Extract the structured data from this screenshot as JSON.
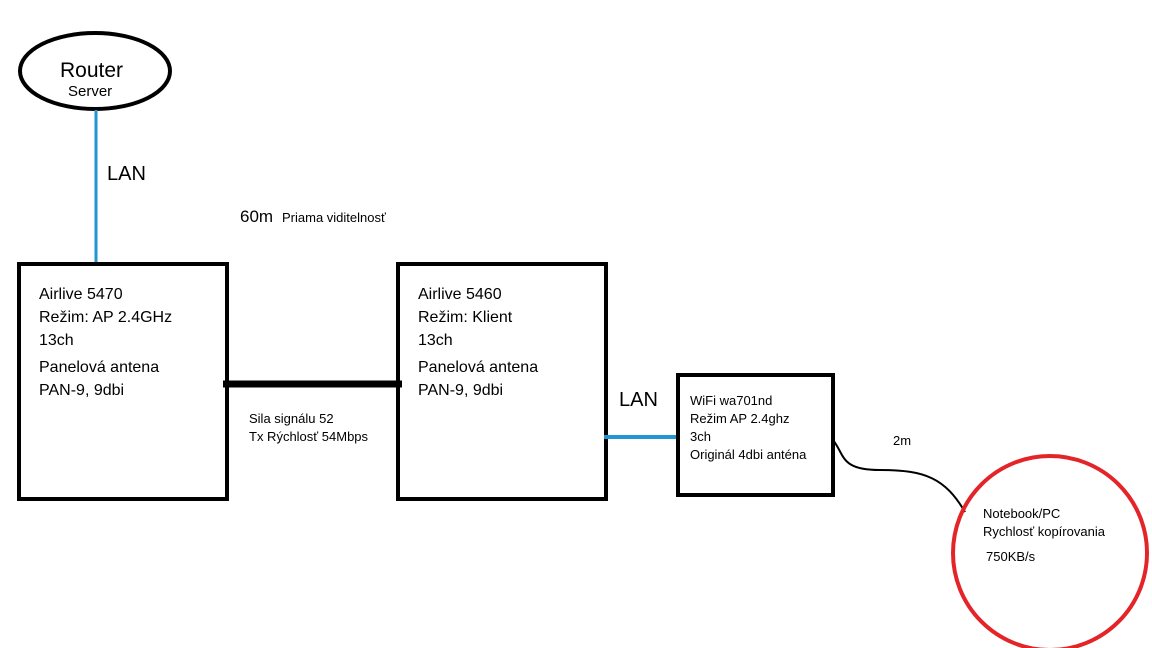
{
  "colors": {
    "lan_wire": "#2196D3",
    "outline": "#000000",
    "notebook_circle": "#E32428"
  },
  "router": {
    "title": "Router",
    "subtitle": "Server"
  },
  "lan_top": "LAN",
  "distance": {
    "value": "60m",
    "note": "Priama viditelnosť"
  },
  "airlive_ap": {
    "line1": "Airlive 5470",
    "line2": "Režim: AP 2.4GHz",
    "line3": "13ch",
    "line4": "Panelová antena",
    "line5": "PAN-9, 9dbi"
  },
  "link": {
    "signal": "Sila signálu 52",
    "tx": "Tx Rýchlosť 54Mbps"
  },
  "airlive_client": {
    "line1": "Airlive 5460",
    "line2": "Režim: Klient",
    "line3": "13ch",
    "line4": "Panelová antena",
    "line5": "PAN-9, 9dbi"
  },
  "lan_right": "LAN",
  "wifi": {
    "line1": "WiFi wa701nd",
    "line2": "Režim AP 2.4ghz",
    "line3": "3ch",
    "line4": "Originál 4dbi anténa"
  },
  "cable_length": "2m",
  "notebook": {
    "line1": "Notebook/PC",
    "line2": "Rychlosť kopírovania",
    "line3": "750KB/s"
  }
}
